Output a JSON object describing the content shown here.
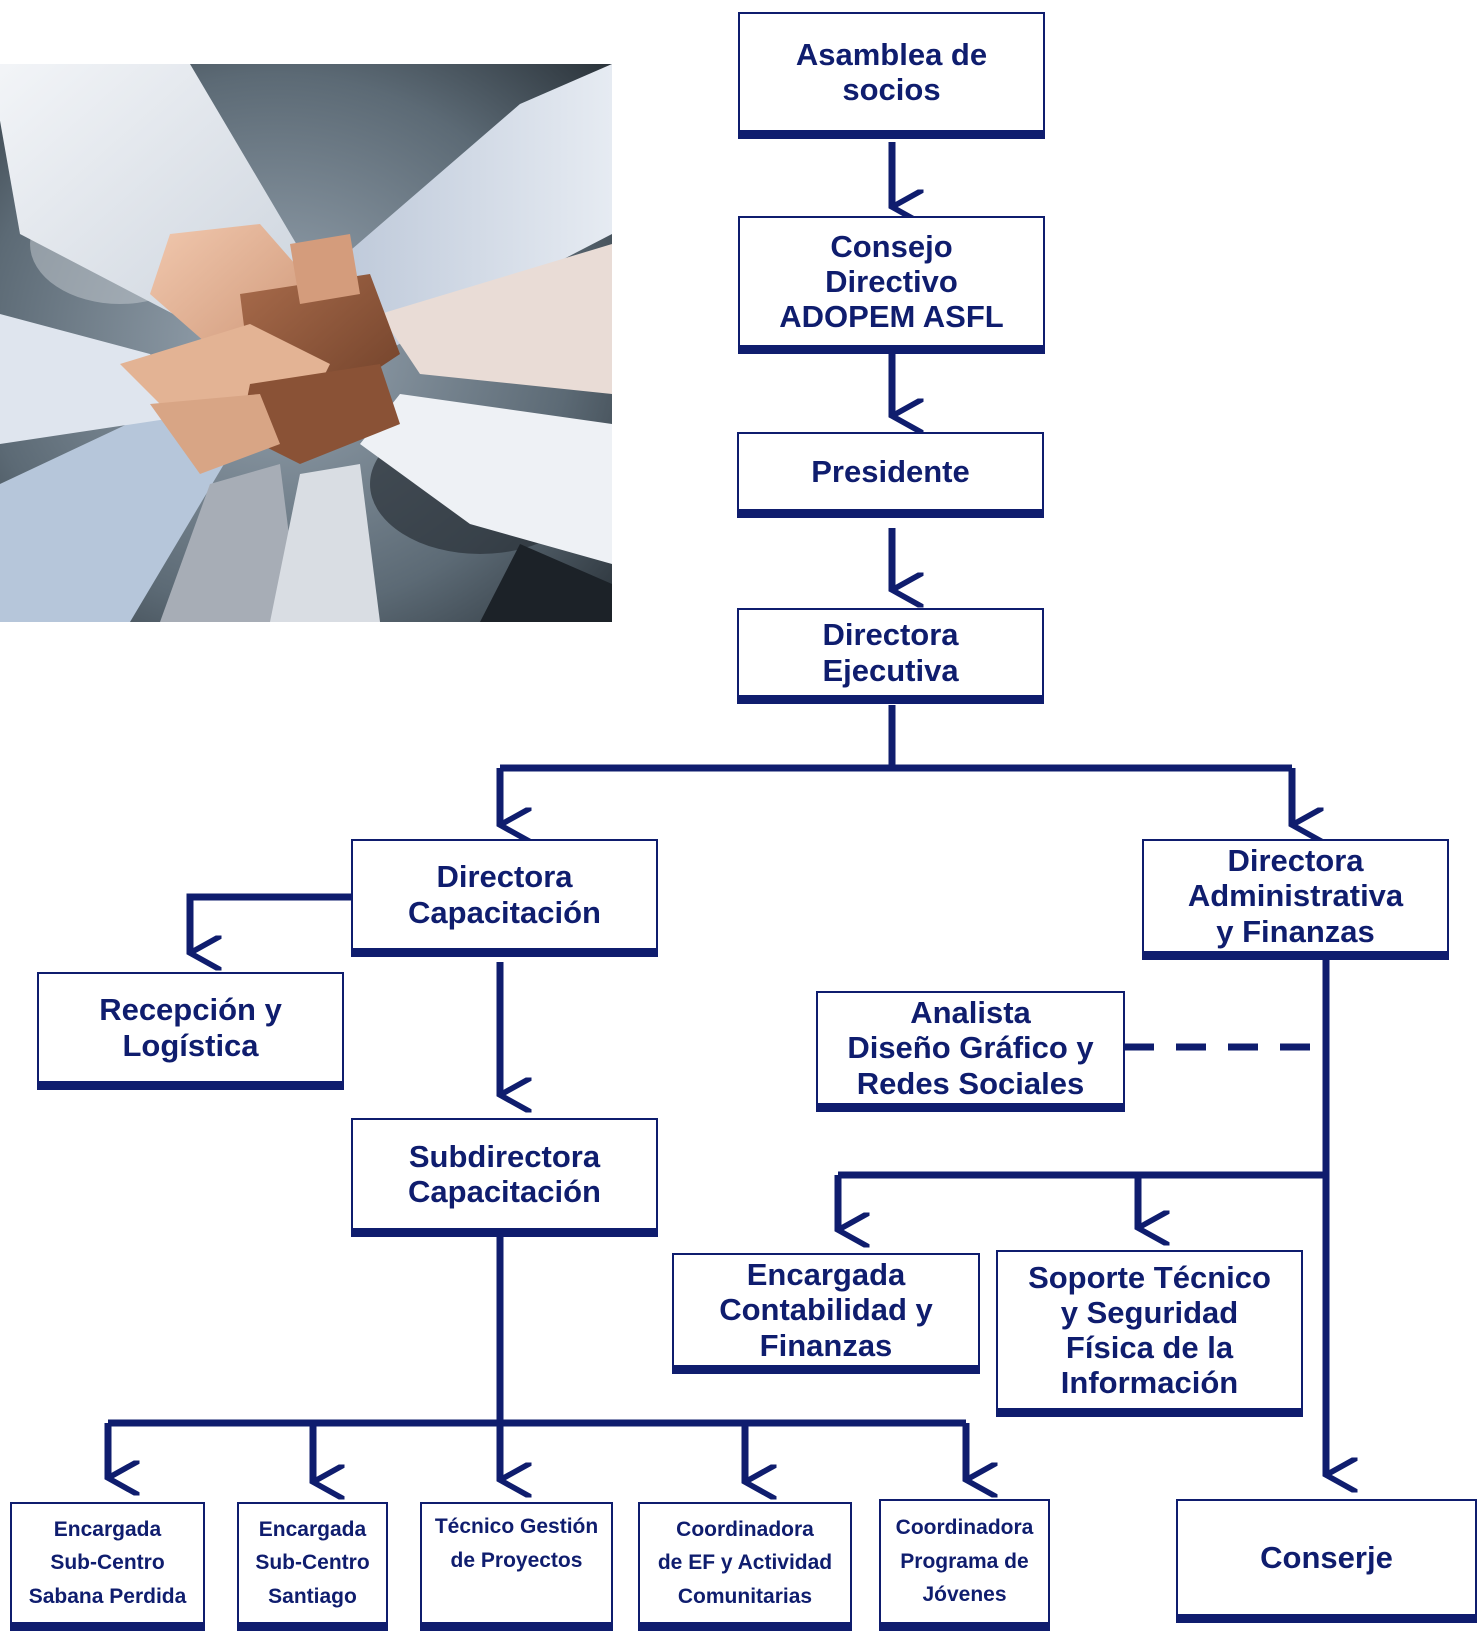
{
  "colors": {
    "primary": "#0f1d6e",
    "background": "#ffffff"
  },
  "photo": {
    "icon": "team-hands-stacked-photo"
  },
  "org": {
    "asamblea": "Asamblea de\nsocios",
    "consejo": "Consejo\nDirectivo\nADOPEM ASFL",
    "presidente": "Presidente",
    "directora_ejecutiva": "Directora\nEjecutiva",
    "directora_capacitacion": "Directora\nCapacitación",
    "directora_admin": "Directora\nAdministrativa\ny Finanzas",
    "recepcion": "Recepción y\nLogística",
    "analista": "Analista\nDiseño Gráfico y\nRedes Sociales",
    "subdirectora": "Subdirectora\nCapacitación",
    "contabilidad": "Encargada\nContabilidad y\nFinanzas",
    "soporte": "Soporte Técnico\ny Seguridad\nFísica de la\nInformación",
    "sabana": "Encargada\nSub-Centro\nSabana Perdida",
    "santiago": "Encargada\nSub-Centro\nSantiago",
    "tecnico": "Técnico Gestión\nde Proyectos",
    "coord_ef": "Coordinadora\nde EF y Actividad\nComunitarias",
    "coord_jovenes": "Coordinadora\nPrograma de\nJóvenes",
    "conserje": "Conserje"
  }
}
